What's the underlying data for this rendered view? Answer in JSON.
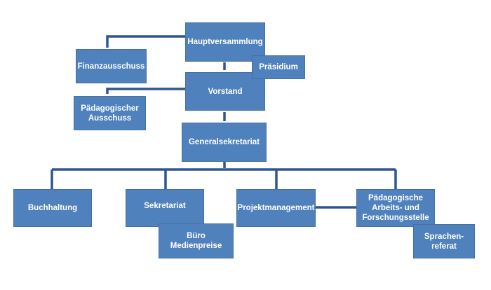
{
  "colors": {
    "box_fill": "#4f81bd",
    "box_border": "#46709f",
    "box_text": "#ffffff",
    "connector": "#2f5690",
    "background": "#ffffff"
  },
  "nodes": {
    "hauptversammlung": "Hauptversammlung",
    "finanzausschuss": "Finanzausschuss",
    "praesidium": "Präsidium",
    "vorstand": "Vorstand",
    "paedagogischer_ausschuss": "Pädagogischer\nAusschuss",
    "generalsekretariat": "Generalsekretariat",
    "buchhaltung": "Buchhaltung",
    "sekretariat": "Sekretariat",
    "buero_medienpreise": "Büro\nMedienpreise",
    "projektmanagement": "Projektmanagement",
    "paedagogische_arbeits_und_forschungsstelle": "Pädagogische\nArbeits- und\nForschungsstelle",
    "sprachenreferat": "Sprachen-\nreferat"
  }
}
